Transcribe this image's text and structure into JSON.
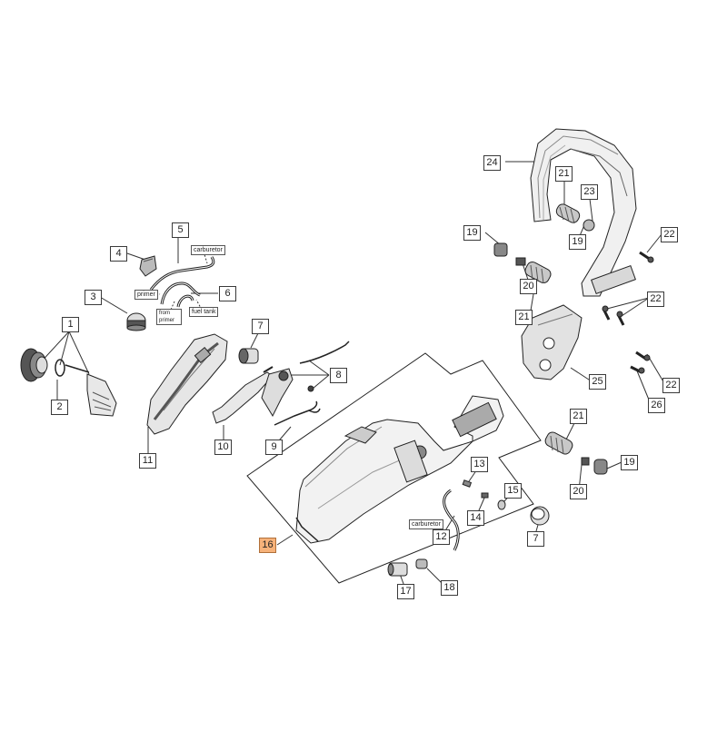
{
  "diagram": {
    "callouts": {
      "c1": "1",
      "c2": "2",
      "c3": "3",
      "c4": "4",
      "c5": "5",
      "c6": "6",
      "c7a": "7",
      "c7b": "7",
      "c8": "8",
      "c9": "9",
      "c10": "10",
      "c11": "11",
      "c12": "12",
      "c13": "13",
      "c14": "14",
      "c15": "15",
      "c16": "16",
      "c17": "17",
      "c18": "18",
      "c19a": "19",
      "c19b": "19",
      "c19c": "19",
      "c20a": "20",
      "c20b": "20",
      "c21a": "21",
      "c21b": "21",
      "c21c": "21",
      "c22a": "22",
      "c22b": "22",
      "c22c": "22",
      "c23": "23",
      "c24": "24",
      "c25": "25",
      "c26": "26"
    },
    "highlighted": "16",
    "notes": {
      "carburetor_top": "carburetor",
      "primer": "primer",
      "from_primer": "from primer",
      "fuel_tank": "fuel tank",
      "carburetor_hose": "carburetor"
    },
    "colors": {
      "highlight": "#f6b27a",
      "line": "#333333",
      "part_fill": "#f2f2f2"
    }
  }
}
